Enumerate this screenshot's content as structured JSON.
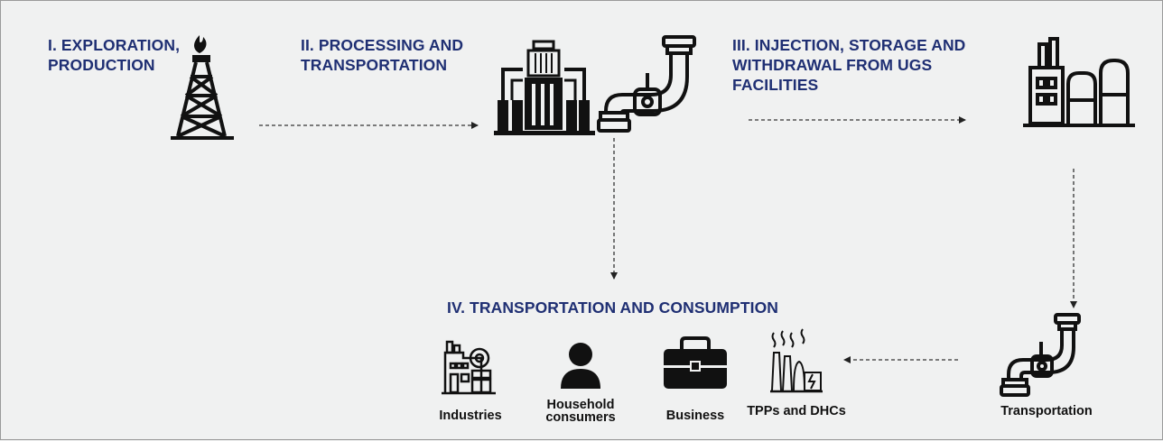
{
  "stages": [
    {
      "title": "I. EXPLORATION,\nPRODUCTION"
    },
    {
      "title": "II. PROCESSING AND\nTRANSPORTATION"
    },
    {
      "title": "III. INJECTION, STORAGE AND\nWITHDRAWAL FROM UGS\nFACILITIES"
    },
    {
      "title": "IV. TRANSPORTATION AND CONSUMPTION"
    }
  ],
  "consumers": [
    {
      "label": "Industries",
      "icon": "factory-icon"
    },
    {
      "label": "Household\nconsumers",
      "icon": "person-icon"
    },
    {
      "label": "Business",
      "icon": "briefcase-icon"
    },
    {
      "label": "TPPs and DHCs",
      "icon": "power-plant-icon"
    }
  ],
  "transport": {
    "label": "Transportation",
    "icon": "pipe-valve-icon"
  },
  "colors": {
    "title": "#1f2f73",
    "icon": "#111111",
    "arrow": "#333333",
    "background": "#f0f1f1"
  }
}
